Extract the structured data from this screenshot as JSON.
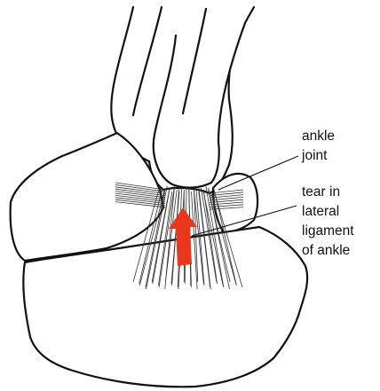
{
  "labels": {
    "ankle_joint": [
      "ankle",
      "joint"
    ],
    "tear": [
      "tear in",
      "lateral",
      "ligament",
      "of ankle"
    ]
  },
  "colors": {
    "outline": "#111111",
    "tear_arrow": "#e8371d",
    "background": "#ffffff"
  }
}
